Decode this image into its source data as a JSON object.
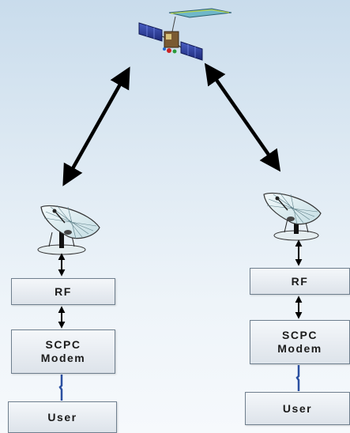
{
  "diagram": {
    "left_station": {
      "rf_label": "RF",
      "modem_label": "SCPC\nModem",
      "user_label": "User"
    },
    "right_station": {
      "rf_label": "RF",
      "modem_label": "SCPC\nModem",
      "user_label": "User"
    },
    "colors": {
      "box_border": "#6f7f8e",
      "link_arrow": "#000000",
      "user_cable": "#2a4fa0",
      "solar_panel": "#2c3f9c",
      "antenna_reflector": "#d8ecf0"
    }
  }
}
